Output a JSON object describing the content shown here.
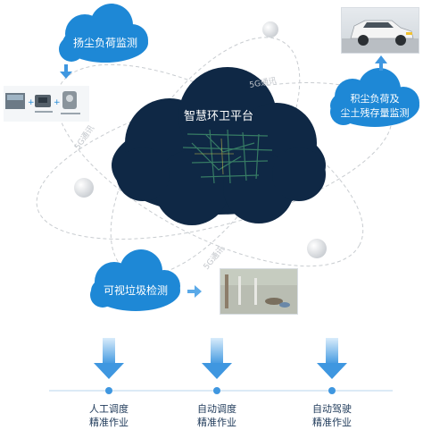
{
  "platform": {
    "title": "智慧环卫平台"
  },
  "nodes": {
    "dust_monitor": "扬尘负荷监测",
    "accum_monitor_line1": "积尘负荷及",
    "accum_monitor_line2": "尘土残存量监测",
    "garbage_detect": "可视垃圾检测"
  },
  "links": {
    "comm_top": "5G通讯",
    "comm_left": "5G通讯",
    "comm_bottom": "5G通讯"
  },
  "outputs": [
    {
      "line1": "人工调度",
      "line2": "精准作业"
    },
    {
      "line1": "自动调度",
      "line2": "精准作业"
    },
    {
      "line1": "自动驾驶",
      "line2": "精准作业"
    }
  ],
  "colors": {
    "cloud_blue": "#1e88d6",
    "platform_navy": "#0f2845",
    "arrow_blue": "#5aa9e8",
    "orbit_gray": "#c8ccd0"
  }
}
